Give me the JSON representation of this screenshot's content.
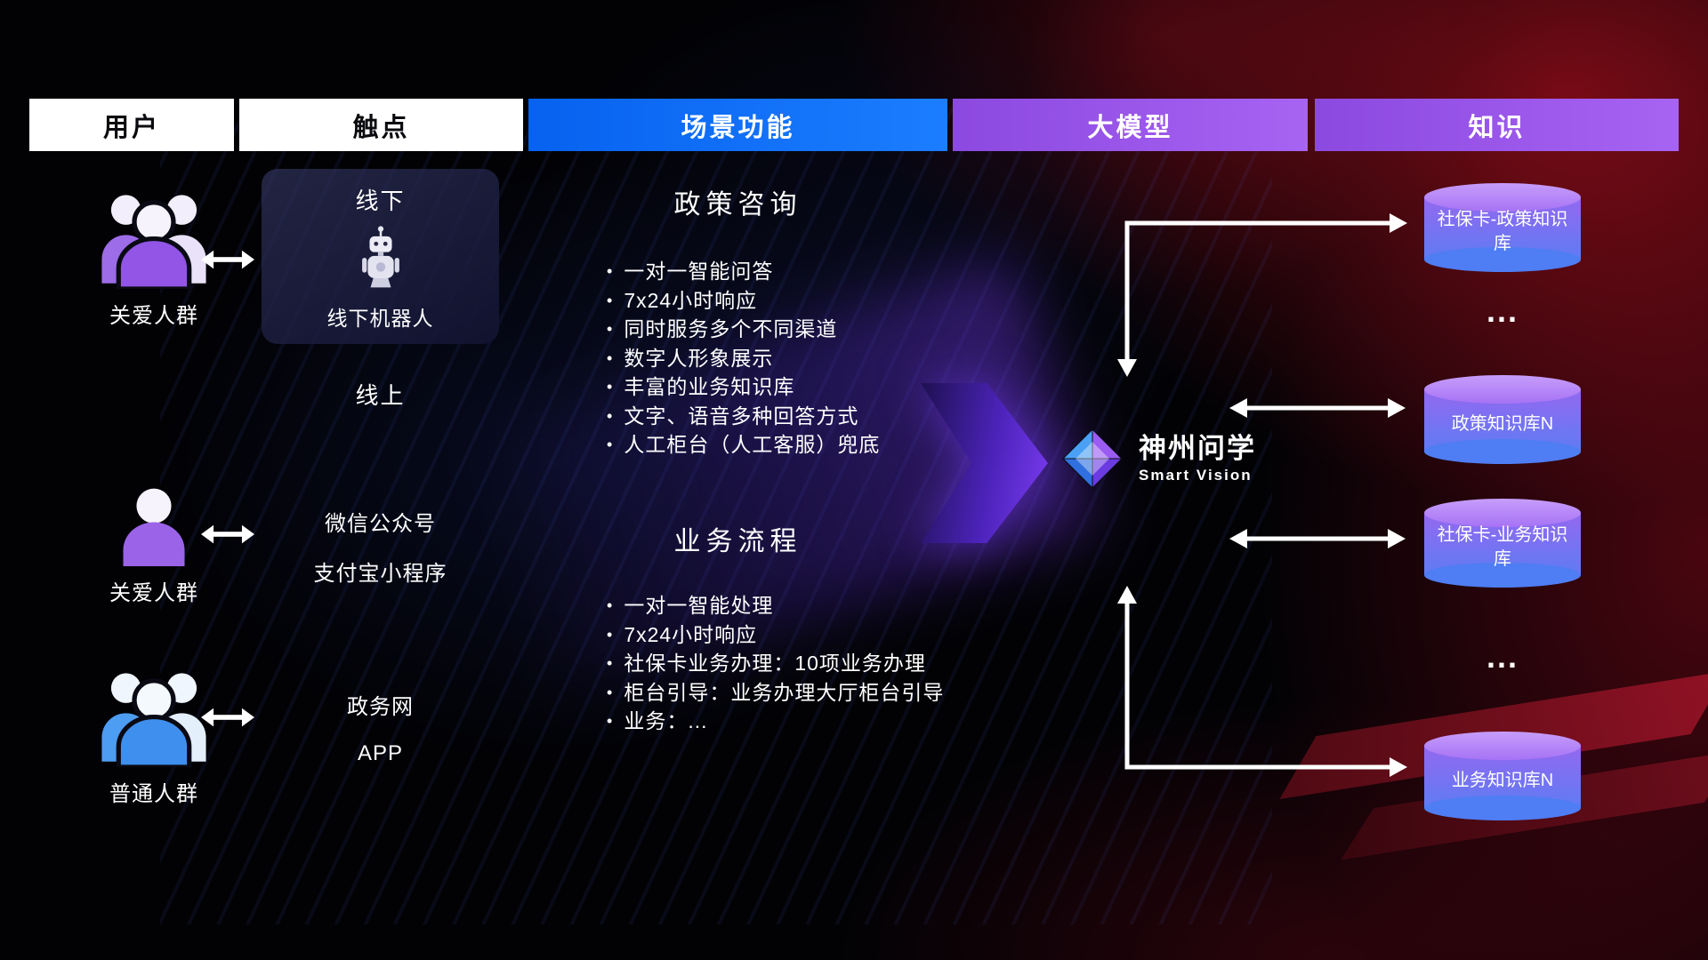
{
  "headers": [
    {
      "label": "用户"
    },
    {
      "label": "触点"
    },
    {
      "label": "场景功能"
    },
    {
      "label": "大模型"
    },
    {
      "label": "知识"
    }
  ],
  "users": [
    {
      "label": "关爱人群"
    },
    {
      "label": "关爱人群"
    },
    {
      "label": "普通人群"
    }
  ],
  "touchpoints": {
    "offline_title": "线下",
    "offline_robot": "线下机器人",
    "online_title": "线上",
    "wechat": "微信公众号",
    "alipay": "支付宝小程序",
    "gov": "政务网",
    "app": "APP"
  },
  "scenarios": [
    {
      "title": "政策咨询",
      "items": [
        "一对一智能问答",
        "7x24小时响应",
        "同时服务多个不同渠道",
        "数字人形象展示",
        "丰富的业务知识库",
        "文字、语音多种回答方式",
        "人工柜台（人工客服）兜底"
      ]
    },
    {
      "title": "业务流程",
      "items": [
        "一对一智能处理",
        "7x24小时响应",
        "社保卡业务办理：10项业务办理",
        "柜台引导：业务办理大厅柜台引导",
        "业务：..."
      ]
    }
  ],
  "model": {
    "name": "神州问学",
    "subtitle": "Smart Vision"
  },
  "knowledge": {
    "db1": "社保卡-政策知识库",
    "ellipsis1": "...",
    "db2": "政策知识库N",
    "db3": "社保卡-业务知识库",
    "ellipsis2": "...",
    "db4": "业务知识库N"
  },
  "colors": {
    "header_blue": "#0f6ff7",
    "header_purple": "#9a55e8",
    "accent_purple": "#7d3df4",
    "db_top": "#b489f8",
    "db_bottom": "#4f7df3",
    "red_glow": "#c01222"
  }
}
